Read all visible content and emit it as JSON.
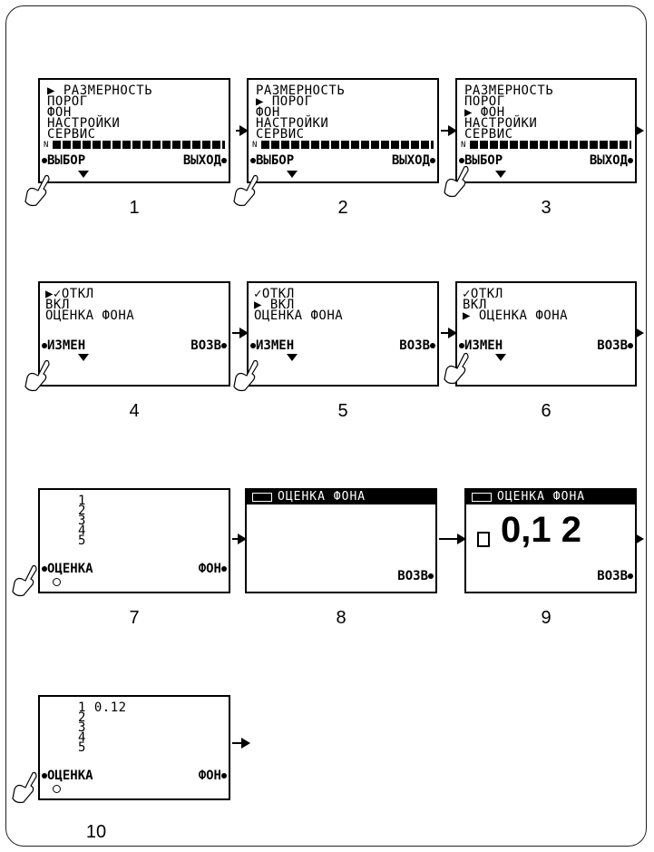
{
  "steps": [
    {
      "number": "1",
      "lines": [
        "▶ РАЗМЕРНОСТЬ",
        "  ПОРОГ",
        "  ФОН",
        "  НАСТРОЙКИ",
        "  СЕРВИС"
      ],
      "n": "N",
      "left_key": "ВЫБОР",
      "right_key": "ВЫХОД"
    },
    {
      "number": "2",
      "lines": [
        "  РАЗМЕРНОСТЬ",
        "▶ ПОРОГ",
        "  ФОН",
        "  НАСТРОЙКИ",
        "  СЕРВИС"
      ],
      "n": "N",
      "left_key": "ВЫБОР",
      "right_key": "ВЫХОД"
    },
    {
      "number": "3",
      "lines": [
        "  РАЗМЕРНОСТЬ",
        "  ПОРОГ",
        "▶ ФОН",
        "  НАСТРОЙКИ",
        "  СЕРВИС"
      ],
      "n": "N",
      "left_key": "ВЫБОР",
      "right_key": "ВЫХОД"
    },
    {
      "number": "4",
      "lines": [
        "▶✓ОТКЛ",
        "  ВКЛ",
        "  ОЦЕНКА ФОНА"
      ],
      "left_key": "ИЗМЕН",
      "right_key": "ВОЗВ"
    },
    {
      "number": "5",
      "lines": [
        " ✓ОТКЛ",
        "▶ ВКЛ",
        "  ОЦЕНКА ФОНА"
      ],
      "left_key": "ИЗМЕН",
      "right_key": "ВОЗВ"
    },
    {
      "number": "6",
      "lines": [
        " ✓ОТКЛ",
        "  ВКЛ",
        "▶ ОЦЕНКА ФОНА"
      ],
      "left_key": "ИЗМЕН",
      "right_key": "ВОЗВ"
    },
    {
      "number": "7",
      "lines": [
        "1",
        "2",
        "3",
        "4",
        "5"
      ],
      "left_key": "ОЦЕНКА",
      "right_key": "ФОН"
    },
    {
      "number": "8",
      "header": "ОЦЕНКА ФОНА",
      "right_key": "ВОЗВ"
    },
    {
      "number": "9",
      "header": "ОЦЕНКА ФОНА",
      "value": "0,1 2",
      "right_key": "ВОЗВ"
    },
    {
      "number": "10",
      "lines": [
        "1 0.12",
        "2",
        "3",
        "4",
        "5"
      ],
      "left_key": "ОЦЕНКА",
      "right_key": "ФОН"
    }
  ]
}
